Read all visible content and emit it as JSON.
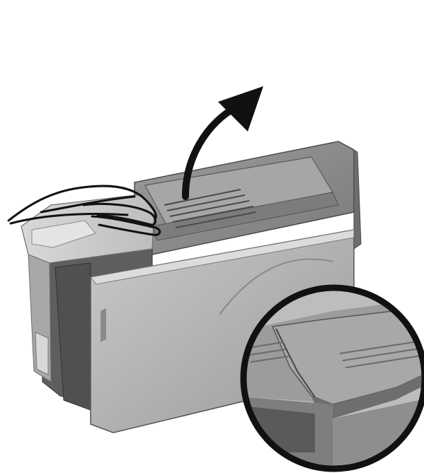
{
  "illustration": {
    "subject": "card-printer",
    "action": "lift-cover-upward",
    "elements": [
      "hand-outline",
      "curved-up-arrow",
      "printer-body",
      "top-cover",
      "cover-vent-slots",
      "front-panel",
      "card-hopper",
      "zoom-detail-circle"
    ]
  },
  "colors": {
    "background": "#ffffff",
    "printer_dark": "#5a5a5a",
    "printer_mid": "#8c8c8c",
    "printer_light": "#b4b4b4",
    "printer_lighter": "#cfcfcf",
    "outline": "#111111",
    "arrow": "#111111"
  }
}
